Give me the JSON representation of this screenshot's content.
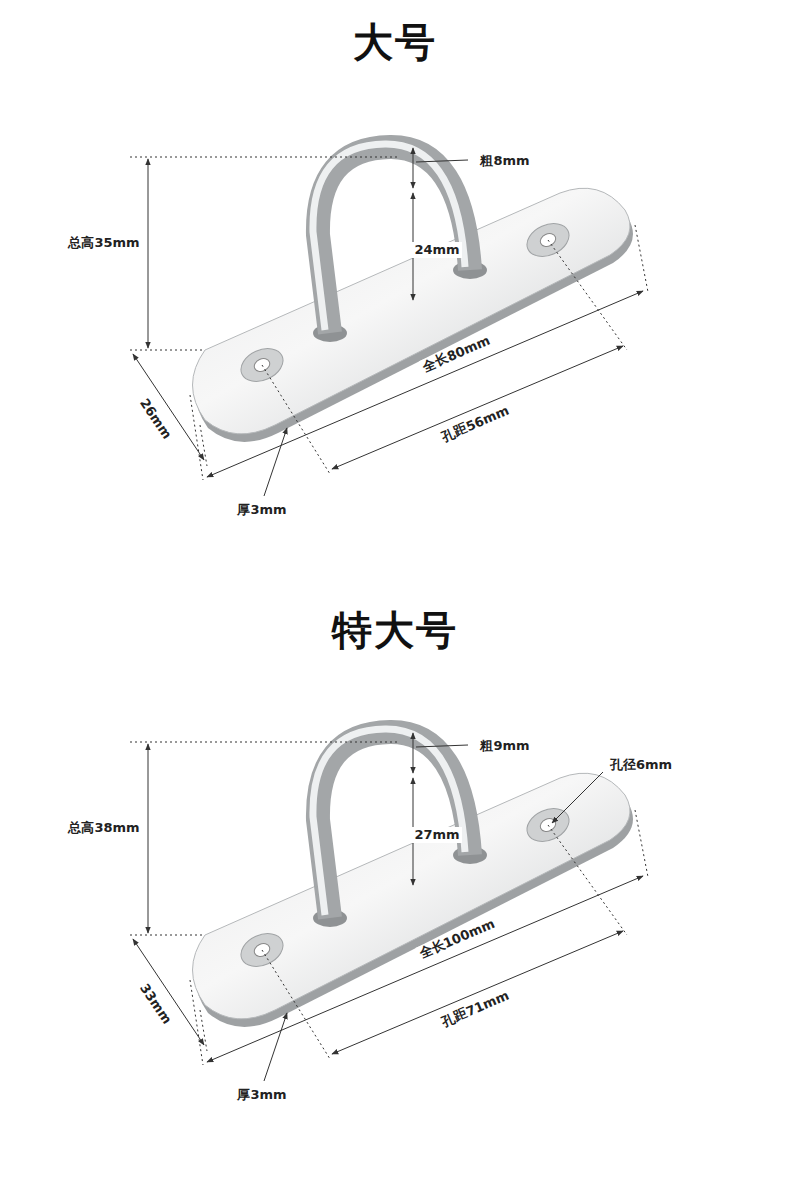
{
  "diagram": {
    "labels": [
      "大号",
      "粗8mm",
      "总高35mm",
      "24mm",
      "26mm",
      "全长80mm",
      "孔距56mm",
      "厚3mm",
      "特大号",
      "粗9mm",
      "孔径6mm",
      "总高38mm",
      "27mm",
      "33mm",
      "全长100mm",
      "孔距71mm",
      "厚3mm"
    ]
  }
}
